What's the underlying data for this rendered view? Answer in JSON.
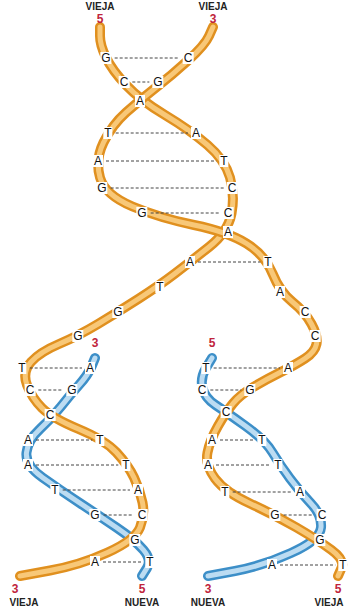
{
  "diagram": {
    "labels": [
      "VIEJA",
      "VIEJA",
      "5",
      "3",
      "G",
      "C",
      "C",
      "G",
      "A",
      "T",
      "A",
      "A",
      "T",
      "G",
      "C",
      "G",
      "C",
      "A",
      "A",
      "T",
      "T",
      "A",
      "G",
      "C",
      "G",
      "C",
      "3",
      "5",
      "T",
      "A",
      "T",
      "A",
      "C",
      "G",
      "C",
      "G",
      "C",
      "C",
      "A",
      "T",
      "A",
      "T",
      "A",
      "T",
      "A",
      "T",
      "T",
      "A",
      "T",
      "A",
      "G",
      "C",
      "G",
      "C",
      "G",
      "G",
      "A",
      "T",
      "A",
      "T",
      "3",
      "5",
      "3",
      "5",
      "VIEJA",
      "NUEVA",
      "NUEVA",
      "VIEJA"
    ]
  }
}
